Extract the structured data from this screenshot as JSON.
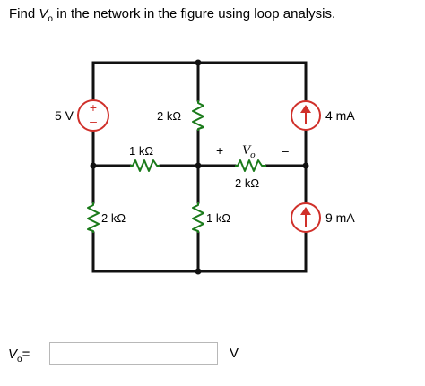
{
  "question": {
    "prefix": "Find ",
    "var_main": "V",
    "var_sub": "o",
    "suffix": " in the network in the figure using loop analysis."
  },
  "circuit": {
    "voltage_source": "5 V",
    "r_top_middle": "2 kΩ",
    "r_upper_left_horizontal": "1 kΩ",
    "r_vo_horizontal": "2 kΩ",
    "vo_plus": "+",
    "vo_main": "V",
    "vo_sub": "o",
    "vo_minus": "–",
    "r_left_bottom": "2 kΩ",
    "r_middle_bottom": "1 kΩ",
    "current_source_top": "4 mA",
    "current_source_bottom": "9 mA",
    "vsource_plus": "+",
    "vsource_minus": "–",
    "colors": {
      "wire": "#111111",
      "resistor": "#1a7a1a",
      "source": "#d0302a"
    }
  },
  "answer": {
    "label_main": "V",
    "label_sub": "o",
    "label_suffix": "=",
    "value": "",
    "unit": "V"
  }
}
